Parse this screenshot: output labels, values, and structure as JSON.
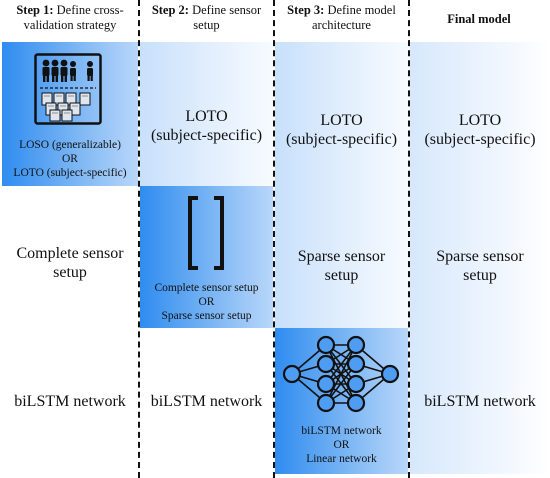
{
  "headers": {
    "step1": {
      "bold": "Step 1:",
      "rest": " Define cross-validation strategy"
    },
    "step2": {
      "bold": "Step 2:",
      "rest": " Define sensor setup"
    },
    "step3": {
      "bold": "Step 3:",
      "rest": " Define model architecture"
    },
    "final": {
      "bold": "Final model",
      "rest": ""
    }
  },
  "row1": {
    "step1_line1": "LOSO (generalizable)",
    "step1_line2": "OR",
    "step1_line3": "LOTO (subject-specific)",
    "step2_line1": "LOTO",
    "step2_line2": "(subject-specific)",
    "step3_line1": "LOTO",
    "step3_line2": "(subject-specific)",
    "final_line1": "LOTO",
    "final_line2": "(subject-specific)"
  },
  "row2": {
    "step1_line1": "Complete sensor",
    "step1_line2": "setup",
    "step2_line1": "Complete sensor setup",
    "step2_line2": "OR",
    "step2_line3": "Sparse sensor setup",
    "step3_line1": "Sparse sensor",
    "step3_line2": "setup",
    "final_line1": "Sparse sensor",
    "final_line2": "setup"
  },
  "row3": {
    "step1": "biLSTM network",
    "step2": "biLSTM network",
    "step3_line1": "biLSTM network",
    "step3_line2": "OR",
    "step3_line3": "Linear network",
    "final": "biLSTM network"
  },
  "icons": {
    "people": "people-and-documents-icon",
    "sensors": "bracket-sensor-icon",
    "network": "neural-network-icon"
  },
  "colors": {
    "active": "#2f8cf0",
    "fade": "#e3effd",
    "line": "#111111"
  }
}
